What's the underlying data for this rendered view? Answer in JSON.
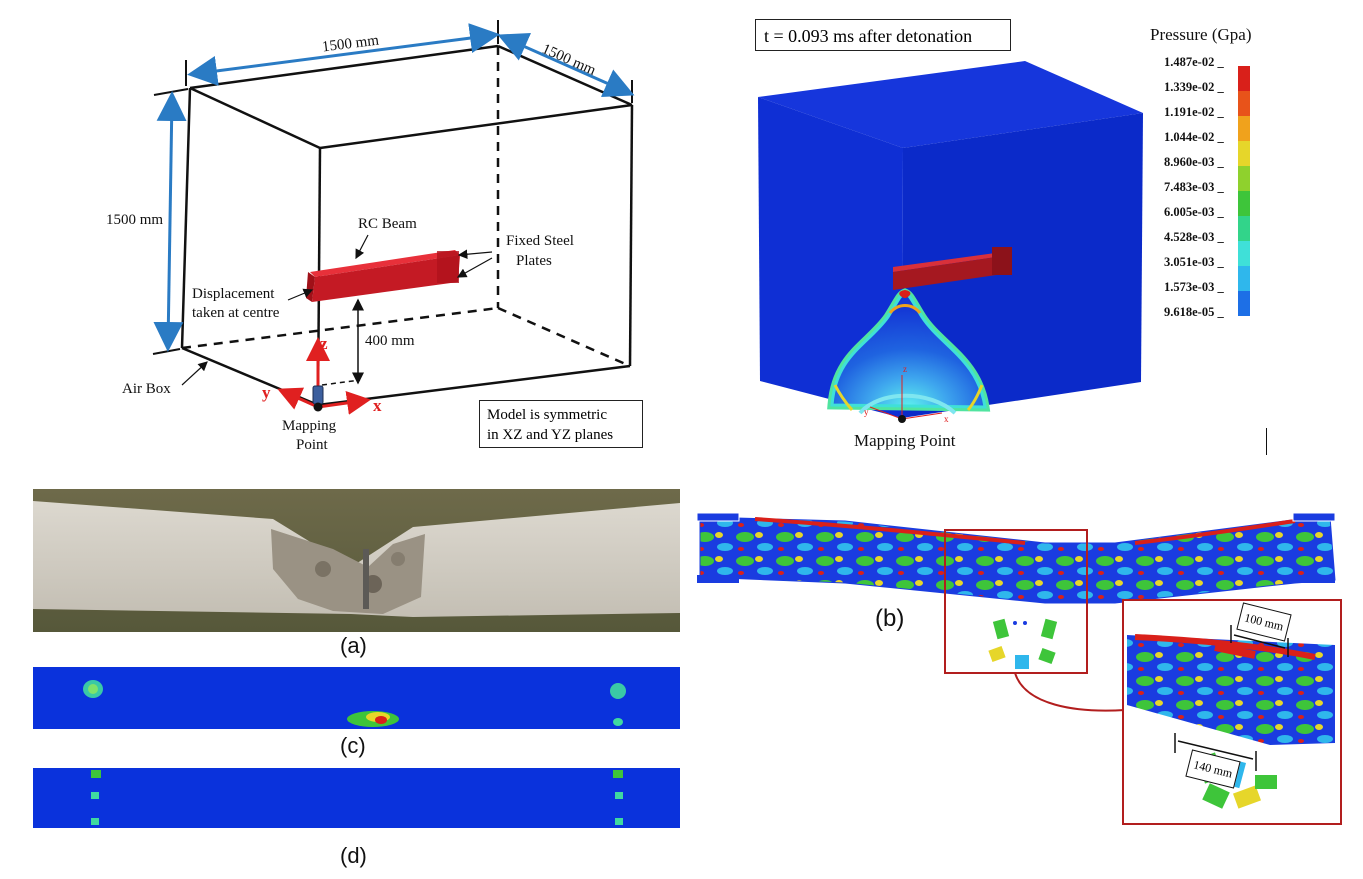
{
  "schematic": {
    "dim_top": "1500 mm",
    "dim_right": "1500 mm",
    "dim_left": "1500 mm",
    "beam_label": "RC Beam",
    "plates_label_1": "Fixed Steel",
    "plates_label_2": "Plates",
    "displacement_label_1": "Displacement",
    "displacement_label_2": "taken at centre",
    "height_label": "400 mm",
    "airbox_label": "Air Box",
    "axis_z": "z",
    "axis_y": "y",
    "axis_x": "x",
    "mapping_label_1": "Mapping",
    "mapping_label_2": "Point",
    "note_line_1": "Model is symmetric",
    "note_line_2": "in XZ and YZ planes"
  },
  "pressure_panel": {
    "time_label": "t = 0.093 ms after detonation",
    "legend_title": "Pressure (Gpa)",
    "mapping_label": "Mapping Point",
    "axis_z": "z",
    "axis_y": "y",
    "axis_x": "x",
    "legend_values": [
      "1.487e-02",
      "1.339e-02",
      "1.191e-02",
      "1.044e-02",
      "8.960e-03",
      "7.483e-03",
      "6.005e-03",
      "4.528e-03",
      "3.051e-03",
      "1.573e-03",
      "9.618e-05"
    ],
    "legend_colors": [
      "#d9201a",
      "#e8531a",
      "#f0a21c",
      "#e6d62a",
      "#8fd12d",
      "#3ec53a",
      "#32d48a",
      "#3fe0d8",
      "#2fb7ec",
      "#1d6fe6",
      "#0a2fd8"
    ]
  },
  "captions": {
    "a": "(a)",
    "b": "(b)",
    "c": "(c)",
    "d": "(d)"
  },
  "zoom": {
    "dim_top": "100 mm",
    "dim_bottom": "140 mm"
  }
}
